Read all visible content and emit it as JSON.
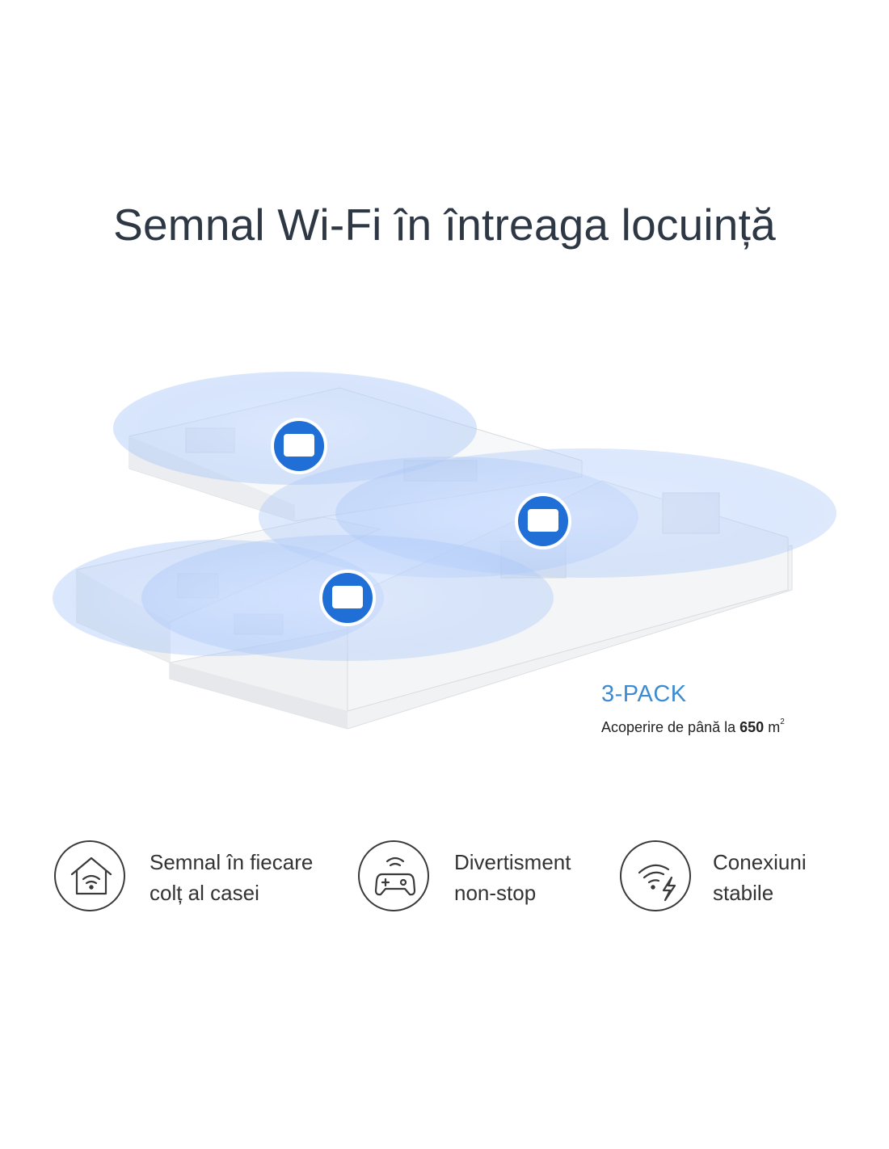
{
  "title": "Semnal Wi-Fi în întreaga locuință",
  "pack": {
    "label": "3-PACK",
    "coverage_prefix": "Acoperire de până la",
    "coverage_value": "650",
    "coverage_unit": "m",
    "coverage_sup": "2"
  },
  "features": [
    {
      "icon": "home-wifi-icon",
      "line1": "Semnal în fiecare",
      "line2": "colț al casei"
    },
    {
      "icon": "gamepad-wifi-icon",
      "line1": "Divertisment",
      "line2": "non-stop"
    },
    {
      "icon": "wifi-bolt-icon",
      "line1": "Conexiuni",
      "line2": "stabile"
    }
  ],
  "colors": {
    "accent": "#3d8bd1",
    "title": "#2e3844",
    "router_badge": "#1f6fd6"
  }
}
